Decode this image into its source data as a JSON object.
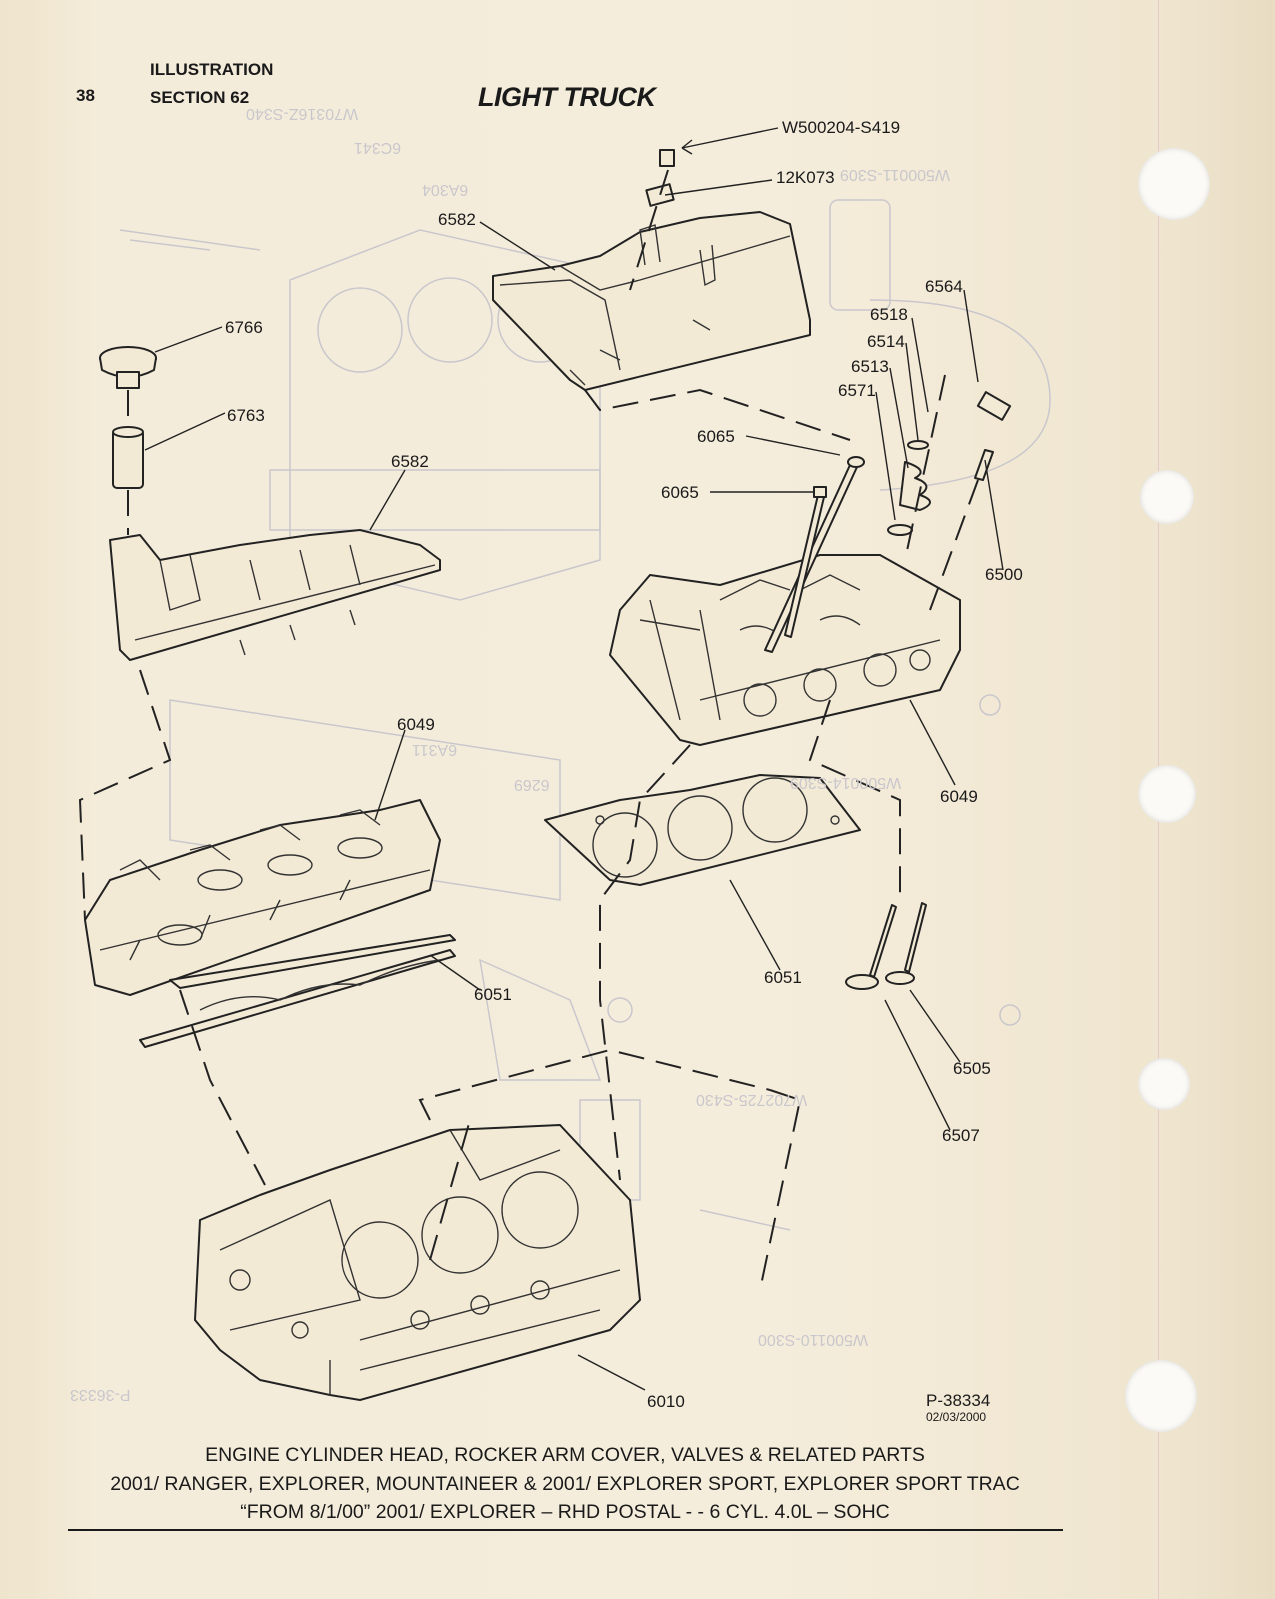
{
  "header": {
    "page_number": "38",
    "section_line1": "ILLUSTRATION",
    "section_line2": "SECTION 62",
    "title": "LIGHT TRUCK"
  },
  "labels": {
    "w500204": "W500204-S419",
    "p12k073": "12K073",
    "p6582_top": "6582",
    "p6564": "6564",
    "p6518": "6518",
    "p6514": "6514",
    "p6513": "6513",
    "p6571": "6571",
    "p6766": "6766",
    "p6763": "6763",
    "p6582_left": "6582",
    "p6065_a": "6065",
    "p6065_b": "6065",
    "p6500": "6500",
    "p6049_left": "6049",
    "p6049_right": "6049",
    "p6051_left": "6051",
    "p6051_right": "6051",
    "p6505": "6505",
    "p6507": "6507",
    "p6010": "6010"
  },
  "drawing_id": {
    "number": "P-38334",
    "date": "02/03/2000"
  },
  "caption": {
    "line1": "ENGINE CYLINDER HEAD, ROCKER ARM COVER, VALVES & RELATED PARTS",
    "line2": "2001/ RANGER, EXPLORER, MOUNTAINEER & 2001/ EXPLORER SPORT, EXPLORER SPORT TRAC",
    "line3": "“FROM 8/1/00” 2001/ EXPLORER – RHD POSTAL - - 6 CYL. 4.0L – SOHC"
  },
  "colors": {
    "paper": "#f3ead6",
    "ink": "#1a1a1a",
    "bleed_through": "#c9c7cc"
  }
}
